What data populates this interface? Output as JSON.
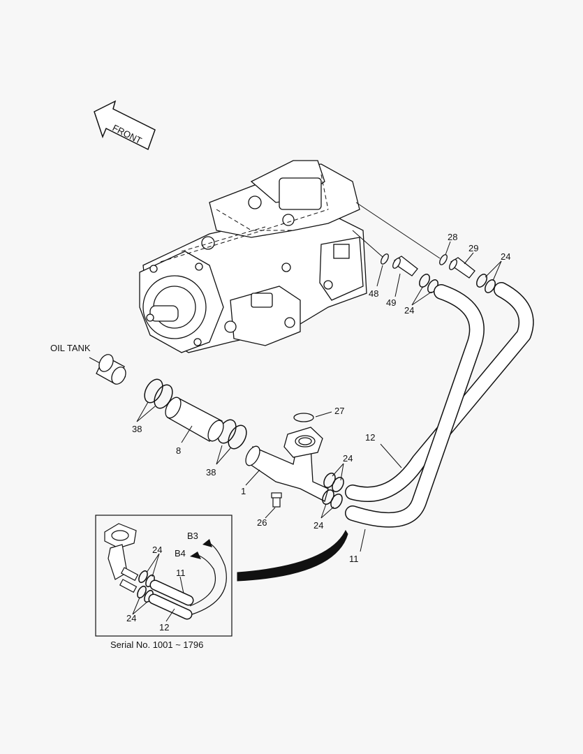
{
  "diagram": {
    "front_label": "FRONT",
    "oil_tank_label": "OIL TANK",
    "parts": {
      "p28": "28",
      "p29": "29",
      "p24_top": "24",
      "p48": "48",
      "p49": "49",
      "p24_mid": "24",
      "p27": "27",
      "p12_main": "12",
      "p24_right": "24",
      "p38_top": "38",
      "p8": "8",
      "p38_bottom": "38",
      "p1": "1",
      "p26": "26",
      "p24_lower": "24",
      "p11_main": "11"
    },
    "inset": {
      "b3": "B3",
      "b4": "B4",
      "p24_a": "24",
      "p11": "11",
      "p24_b": "24",
      "p12": "12",
      "serial": "Serial No. 1001 ~ 1796"
    }
  }
}
